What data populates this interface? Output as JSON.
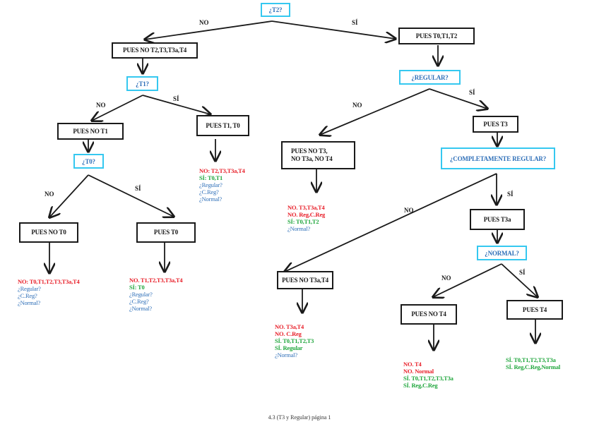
{
  "colors": {
    "question_border": "#35c8f0",
    "question_text": "#2e6fb8",
    "no_result": "#e8202a",
    "si_result": "#1fa63c",
    "pending_question": "#2e6fb8"
  },
  "questions": {
    "q_t2": "¿T2?",
    "q_t1": "¿T1?",
    "q_t0": "¿T0?",
    "q_regular": "¿REGULAR?",
    "q_completamente_regular": "¿COMPLETAMENTE REGULAR?",
    "q_normal": "¿NORMAL?"
  },
  "boxes": {
    "pues_no_t2": "PUES NO T2,T3,T3a,T4",
    "pues_t0_t1_t2": "PUES T0,T1,T2",
    "pues_no_t1": "PUES NO T1",
    "pues_t1_t0": "PUES T1, T0",
    "pues_no_t0": "PUES NO T0",
    "pues_t0": "PUES T0",
    "pues_no_t3_line1": "PUES NO T3,",
    "pues_no_t3_line2": "NO T3a, NO T4",
    "pues_t3": "PUES T3",
    "pues_t3a": "PUES T3a",
    "pues_no_t3a": "PUES NO T3a,T4",
    "pues_no_t4": "PUES NO T4",
    "pues_t4": "PUES T4"
  },
  "branch_labels": {
    "no": "NO",
    "si": "SÍ"
  },
  "results": {
    "t1_si": [
      {
        "kind": "no",
        "text": "NO: T2,T3,T3a,T4"
      },
      {
        "kind": "si",
        "text": "SÍ: T0,T1"
      },
      {
        "kind": "ask",
        "text": "¿Regular?"
      },
      {
        "kind": "ask",
        "text": "¿C.Reg?"
      },
      {
        "kind": "ask",
        "text": "¿Normal?"
      }
    ],
    "t0_no": [
      {
        "kind": "no",
        "text": "NO: T0,T1,T2,T3,T3a,T4"
      },
      {
        "kind": "ask",
        "text": "¿Regular?"
      },
      {
        "kind": "ask",
        "text": "¿C.Reg?"
      },
      {
        "kind": "ask",
        "text": "¿Normal?"
      }
    ],
    "t0_si": [
      {
        "kind": "no",
        "text": "NO. T1,T2,T3,T3a,T4"
      },
      {
        "kind": "si",
        "text": "SÍ: T0"
      },
      {
        "kind": "ask",
        "text": "¿Regular?"
      },
      {
        "kind": "ask",
        "text": "¿C.Reg?"
      },
      {
        "kind": "ask",
        "text": "¿Normal?"
      }
    ],
    "regular_no": [
      {
        "kind": "no",
        "text": "NO. T3,T3a,T4"
      },
      {
        "kind": "no",
        "text": "NO. Reg,C.Reg"
      },
      {
        "kind": "si",
        "text": "SÍ: T0,T1,T2"
      },
      {
        "kind": "ask",
        "text": "¿Normal?"
      }
    ],
    "creg_no": [
      {
        "kind": "no",
        "text": "NO. T3a,T4"
      },
      {
        "kind": "no",
        "text": "NO. C.Reg"
      },
      {
        "kind": "si",
        "text": "SÍ. T0,T1,T2,T3"
      },
      {
        "kind": "si",
        "text": "SÍ. Regular"
      },
      {
        "kind": "ask",
        "text": "¿Normal?"
      }
    ],
    "normal_no": [
      {
        "kind": "no",
        "text": "NO. T4"
      },
      {
        "kind": "no",
        "text": "NO. Normal"
      },
      {
        "kind": "si",
        "text": "SÍ. T0,T1,T2,T3,T3a"
      },
      {
        "kind": "si",
        "text": "SÍ. Reg,C.Reg"
      }
    ],
    "normal_si": [
      {
        "kind": "si",
        "text": "SÍ. T0,T1,T2,T3,T3a"
      },
      {
        "kind": "si",
        "text": "SÍ. Reg,C.Reg,Normal"
      }
    ]
  },
  "footer": "4.3 (T3 y Regular) página 1"
}
